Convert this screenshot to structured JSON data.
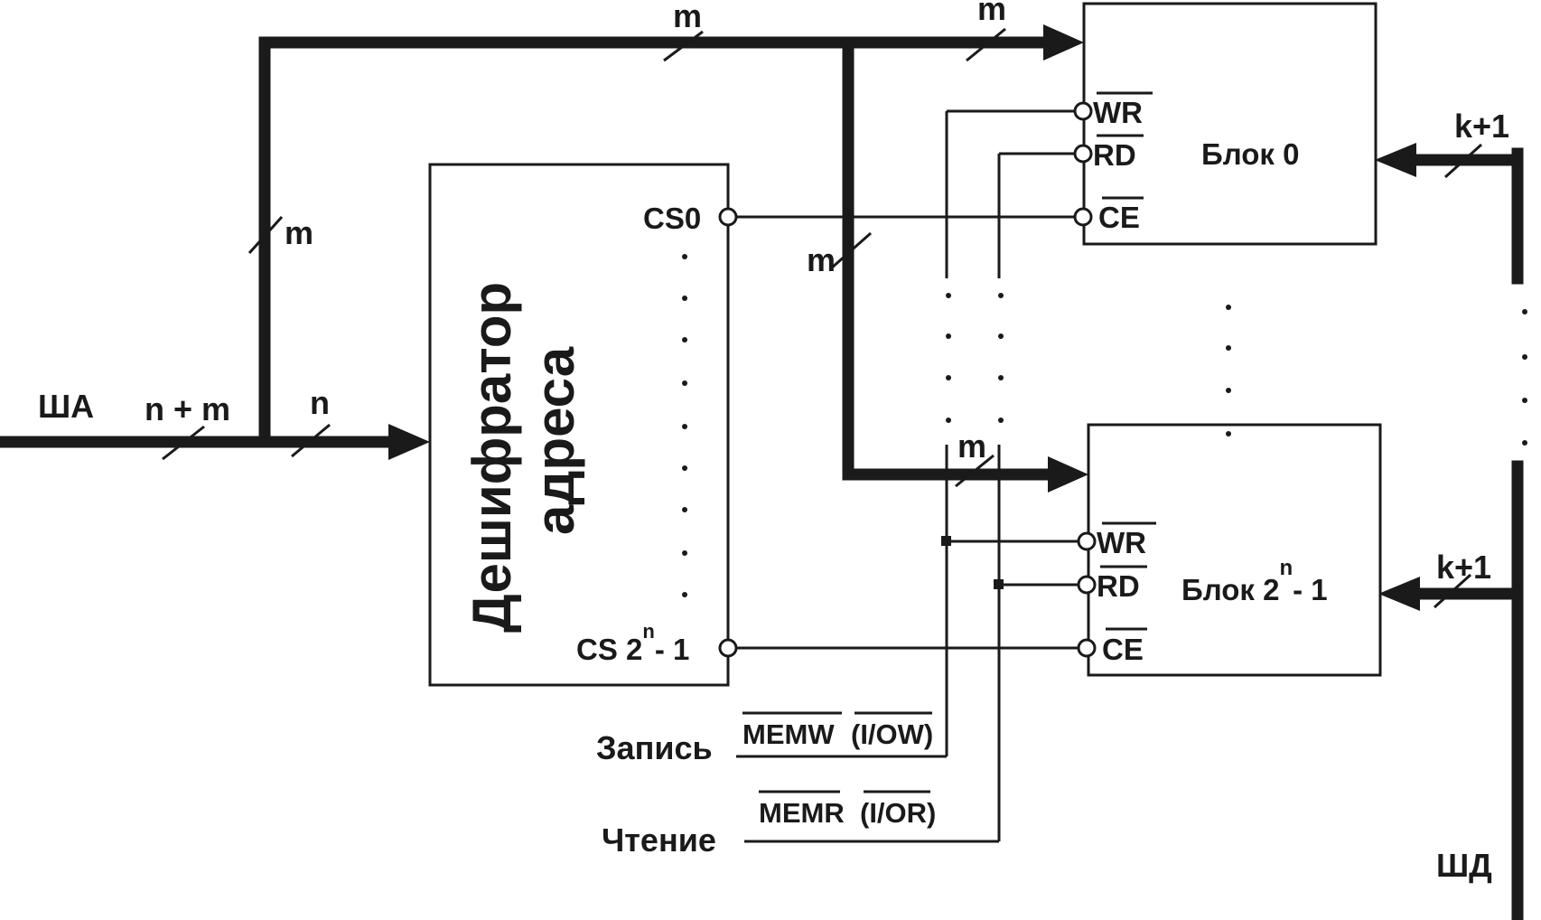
{
  "labels": {
    "bus_address": "ША",
    "bus_data": "ШД",
    "width_nm": "n + m",
    "width_n": "n",
    "width_m": "m",
    "width_k1": "k+1",
    "decoder_title_1": "Дешифратор",
    "decoder_title_2": "адреса",
    "cs0": "CS0",
    "cs_last_prefix": "CS 2",
    "cs_last_exp": "n",
    "cs_last_suffix": "- 1",
    "block0": "Блок 0",
    "block_last_prefix": "Блок 2",
    "block_last_exp": "n",
    "block_last_suffix": "- 1",
    "pin_wr": "WR",
    "pin_rd": "RD",
    "pin_ce": "CE",
    "write_label": "Запись",
    "read_label": "Чтение",
    "write_sig_a": "MEMW",
    "write_sig_b": "(I/OW)",
    "read_sig_a": "MEMR",
    "read_sig_b": "(I/OR)"
  },
  "colors": {
    "ink": "#1a1a1a",
    "background": "#ffffff"
  }
}
